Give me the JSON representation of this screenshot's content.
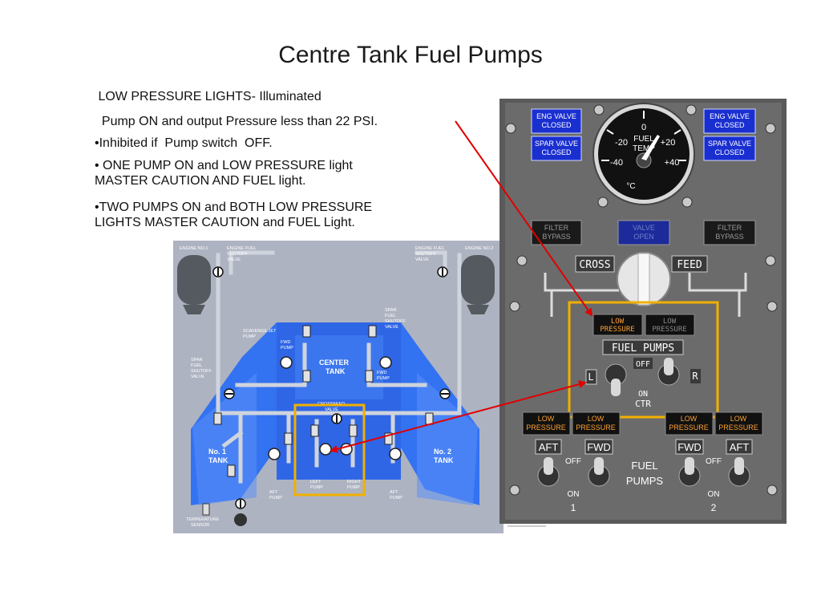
{
  "title": "Centre Tank Fuel Pumps",
  "bullets": [
    " LOW PRESSURE LIGHTS- Illuminated",
    "  Pump ON and output Pressure less than 22 PSI.",
    "•Inhibited if  Pump switch  OFF.",
    "• ONE PUMP ON and LOW PRESSURE light",
    "MASTER CAUTION AND FUEL light.",
    "•TWO PUMPS ON and BOTH LOW PRESSURE",
    "LIGHTS MASTER CAUTION and FUEL Light."
  ],
  "schematic": {
    "engine1": "ENGINE NO.1",
    "engine2": "ENGINE NO.2",
    "shutoff_l": [
      "ENGINE FUEL",
      "SHUTOFF",
      "VALVE"
    ],
    "shutoff_r": [
      "ENGINE FUEL",
      "SHUTOFF",
      "VALVE"
    ],
    "spar_l": [
      "SPAR",
      "FUEL",
      "SHUTOFF",
      "VALVE"
    ],
    "spar_r": [
      "SPAR",
      "FUEL",
      "SHUTOFF",
      "VALVE"
    ],
    "scavenge": [
      "SCAVENGE JET",
      "PUMP"
    ],
    "fwd_l": [
      "FWD",
      "PUMP"
    ],
    "fwd_r": [
      "FWD",
      "PUMP"
    ],
    "center_tank": [
      "CENTER",
      "TANK"
    ],
    "crossfeed": [
      "CROSSFEED",
      "VALVE"
    ],
    "tank1": [
      "No. 1",
      "TANK"
    ],
    "tank2": [
      "No. 2",
      "TANK"
    ],
    "aft_l": [
      "AFT",
      "PUMP"
    ],
    "aft_r": [
      "AFT",
      "PUMP"
    ],
    "left_pump": [
      "LEFT",
      "PUMP"
    ],
    "right_pump": [
      "RIGHT",
      "PUMP"
    ],
    "temp": [
      "TEMPERATURE",
      "SENSOR"
    ]
  },
  "panel": {
    "eng_valve_closed": [
      "ENG VALVE",
      "CLOSED"
    ],
    "spar_valve_closed": [
      "SPAR VALVE",
      "CLOSED"
    ],
    "filter_bypass": [
      "FILTER",
      "BYPASS"
    ],
    "valve_open": [
      "VALVE",
      "OPEN"
    ],
    "gauge_ticks": [
      "0",
      "-20",
      "+20",
      "-40",
      "+40"
    ],
    "gauge_label": [
      "FUEL",
      "TEMP"
    ],
    "gauge_unit": "°C",
    "cross": "CROSS",
    "feed": "FEED",
    "low_pressure": [
      "LOW",
      "PRESSURE"
    ],
    "fuel_pumps_ctr": "FUEL PUMPS",
    "off": "OFF",
    "l": "L",
    "r": "R",
    "on_ctr": [
      "ON",
      "CTR"
    ],
    "aft": "AFT",
    "fwd": "FWD",
    "fuel_pumps": [
      "FUEL",
      "PUMPS"
    ],
    "on": "ON",
    "one": "1",
    "two": "2"
  },
  "colors": {
    "arrow": "#e00000",
    "highlight": "#f0b000",
    "panel": "#5c5c5c",
    "blue_annunciator": "#1a2fd0",
    "amber_light": "#ffa030",
    "tank_blue": "#2f6ef5"
  }
}
